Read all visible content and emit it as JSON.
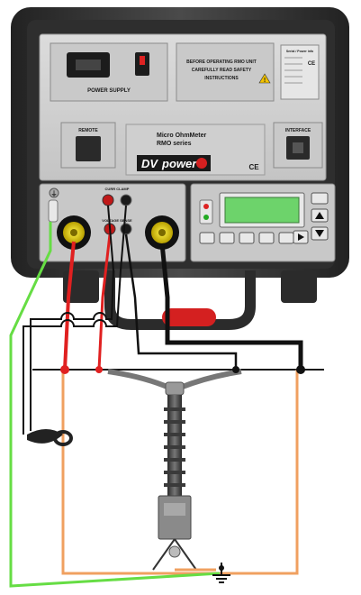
{
  "panel": {
    "power_supply_label": "POWER SUPPLY",
    "safety_line1": "BEFORE OPERATING RMO UNIT",
    "safety_line2": "CAREFULLY READ SAFETY",
    "safety_line3": "INSTRUCTIONS",
    "remote_label": "REMOTE",
    "interface_label": "INTERFACE",
    "model_line1": "Micro OhmMeter",
    "model_line2": "RMO series",
    "brand_prefix": "DV",
    "brand_word": "power",
    "ce_mark": "CE",
    "current_clamp_label": "CURR CLAMP",
    "voltage_sense_label": "VOLTAGE SENSE",
    "plate_title": "Serial / Power info",
    "ground_symbol": "⏚"
  },
  "colors": {
    "case": "#3a3a3a",
    "panel": "#d4d4d4",
    "lcd": "#6dd36b",
    "red_lead": "#e02020",
    "black_lead": "#111111",
    "ground_lead": "#66dd44",
    "orange_lead": "#f0a060"
  }
}
